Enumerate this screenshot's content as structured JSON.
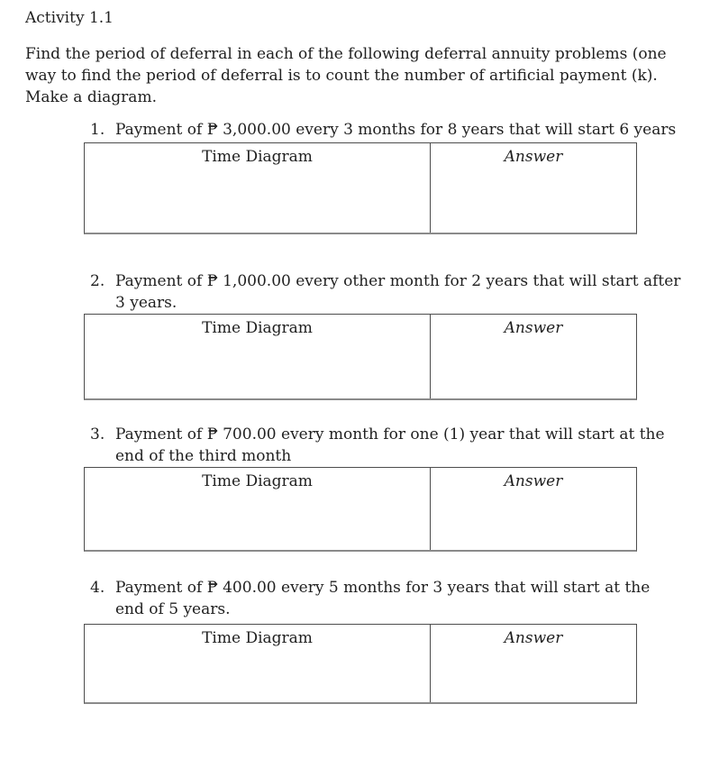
{
  "page": {
    "title": "Activity 1.1",
    "intro": "Find the period of deferral in each of the following deferral annuity problems (one\nway to find the period of deferral is to count the number of artificial payment (k).\nMake a diagram.",
    "table_headers": {
      "time_diagram": "Time Diagram",
      "answer": "Answer"
    },
    "problems": [
      {
        "number": "1.",
        "text": "Payment of ₱ 3,000.00 every 3 months for 8 years that will start 6 years"
      },
      {
        "number": "2.",
        "text": "Payment of ₱ 1,000.00 every other month for 2 years that will start after\n3 years."
      },
      {
        "number": "3.",
        "text": "Payment of ₱ 700.00 every month for one (1) year that will start at the\nend of the third month"
      },
      {
        "number": "4.",
        "text": "Payment of ₱ 400.00 every 5 months for 3 years that will start at the\nend of 5 years."
      }
    ],
    "colors": {
      "text": "#1f1f1f",
      "table_border": "#4d4d4d",
      "background": "#ffffff"
    }
  }
}
